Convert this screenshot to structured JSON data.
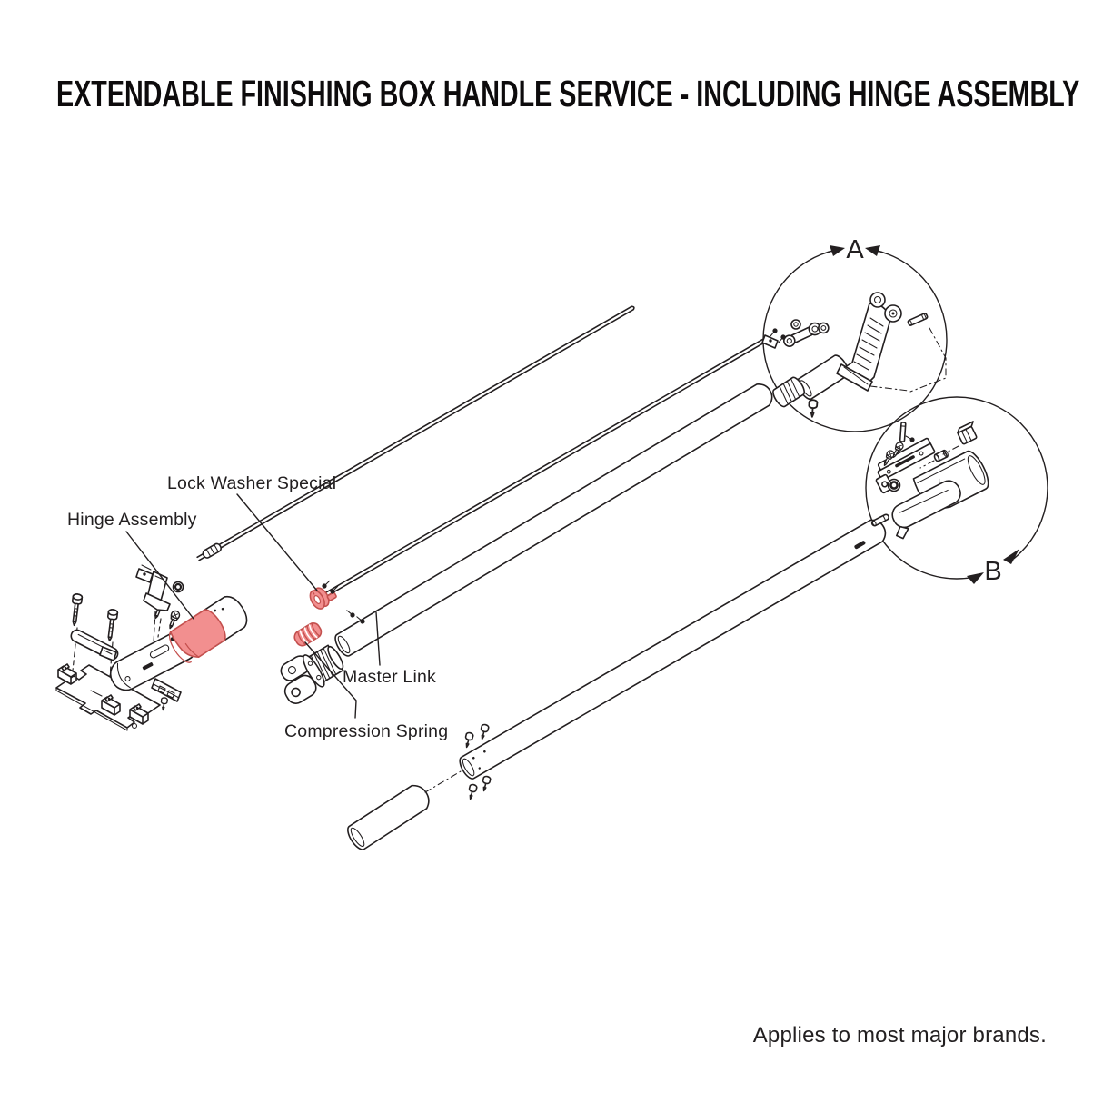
{
  "title": "EXTENDABLE FINISHING BOX HANDLE SERVICE - INCLUDING HINGE ASSEMBLY",
  "footer": "Applies to most major brands.",
  "part_labels": {
    "hinge_assembly": "Hinge Assembly",
    "lock_washer_special": "Lock Washer Special",
    "master_link": "Master Link",
    "compression_spring": "Compression Spring"
  },
  "detail_markers": {
    "marker_a": "A",
    "marker_b": "B"
  },
  "colors": {
    "line": "#231f20",
    "highlight_fill": "#f28f8f",
    "highlight_stroke": "#c4504e",
    "background": "#ffffff"
  }
}
